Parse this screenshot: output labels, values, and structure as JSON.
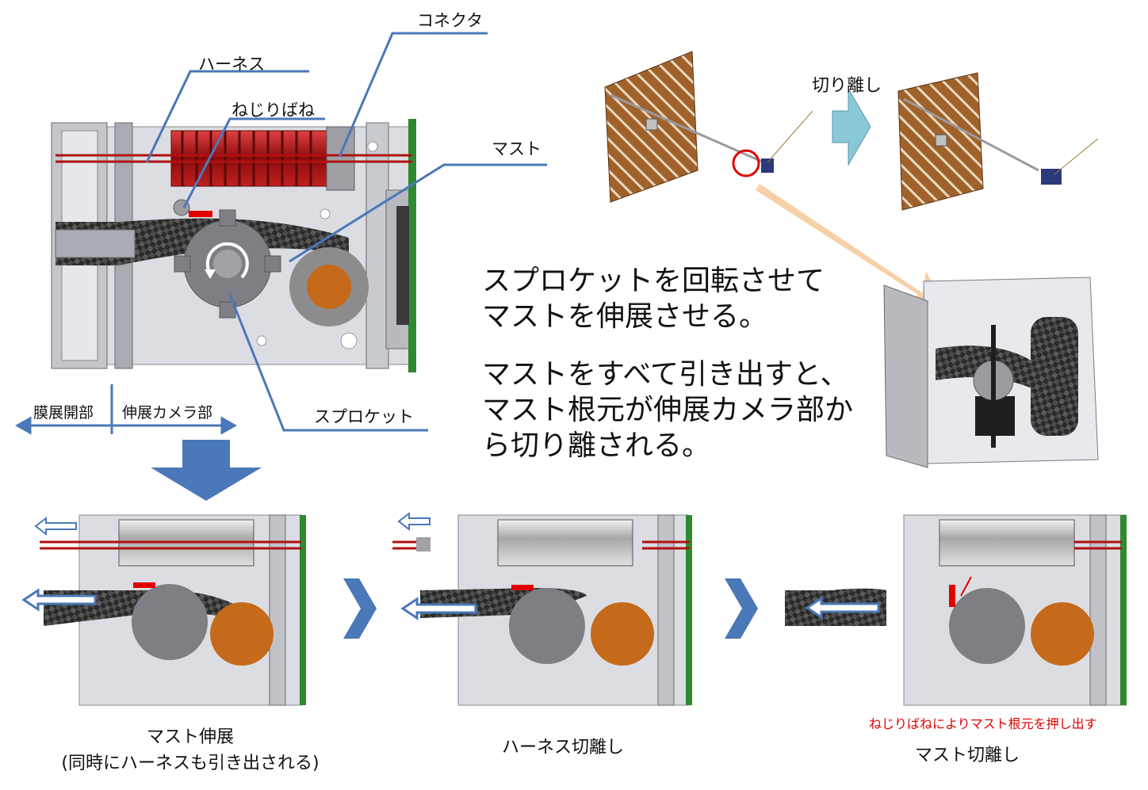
{
  "labels": {
    "connector": "コネクタ",
    "harness": "ハーネス",
    "torsion_spring": "ねじりばね",
    "mast": "マスト",
    "sprocket": "スプロケット",
    "membrane_section": "膜展開部",
    "camera_section": "伸展カメラ部",
    "separation_top": "切り離し"
  },
  "description": {
    "line1": "スプロケットを回転させて\nマストを伸展させる。",
    "line2": "マストをすべて引き出すと、\nマスト根元が伸展カメラ部から切り離される。"
  },
  "captions": {
    "step1_a": "マスト伸展",
    "step1_b": "(同時にハーネスも引き出される)",
    "step2": "ハーネス切離し",
    "step3": "マスト切離し",
    "step3_note": "ねじりばねによりマスト根元を押し出す"
  },
  "colors": {
    "accent_blue": "#4a78b8",
    "harness_red": "#b01010",
    "sail_brown": "#9a5a22",
    "frame_gray": "#c8c8cc"
  }
}
